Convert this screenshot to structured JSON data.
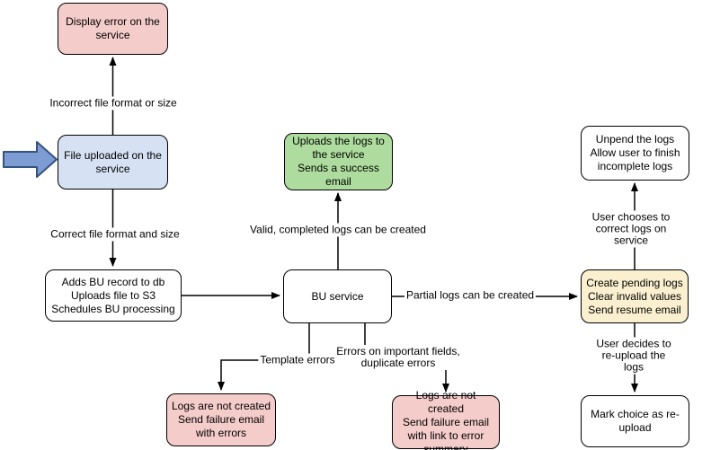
{
  "colors": {
    "node_pink": "#F4CCCA",
    "node_blue": "#D6E2F4",
    "node_green": "#AEDC9E",
    "node_yellow": "#FAF0CF",
    "node_white": "#FFFFFF",
    "node_border": "#000000",
    "connector": "#000000",
    "entry_arrow_fill": "#7E9CD4",
    "entry_arrow_stroke": "#34537E"
  },
  "nodes": {
    "display_error": {
      "text": "Display error on the\nservice"
    },
    "file_uploaded": {
      "text": "File uploaded on the\nservice"
    },
    "adds_bu": {
      "text": "Adds BU record to db\nUploads file to S3\nSchedules BU processing"
    },
    "bu_service": {
      "text": "BU service"
    },
    "uploads_logs": {
      "text": "Uploads the logs to\nthe service\nSends a success\nemail"
    },
    "unpend": {
      "text": "Unpend the logs\nAllow user to finish\nincomplete logs"
    },
    "create_pending": {
      "text": "Create pending logs\nClear invalid values\nSend resume email"
    },
    "mark_choice": {
      "text": "Mark choice as re-\nupload"
    },
    "fail_template": {
      "text": "Logs are not created\nSend failure email\nwith errors"
    },
    "fail_fields": {
      "text": "Logs are not created\nSend failure email\nwith link to error\nsummary"
    }
  },
  "edges": {
    "incorrect_format": "Incorrect file format or size",
    "correct_format": "Correct file format and size",
    "valid_logs": "Valid, completed logs can be created",
    "partial_logs": "Partial logs can be created",
    "template_errors": "Template errors",
    "field_errors": "Errors on important fields,\nduplicate errors",
    "user_corrects": "User chooses to correct logs on service",
    "user_reuploads": "User decides to re-upload the logs"
  }
}
